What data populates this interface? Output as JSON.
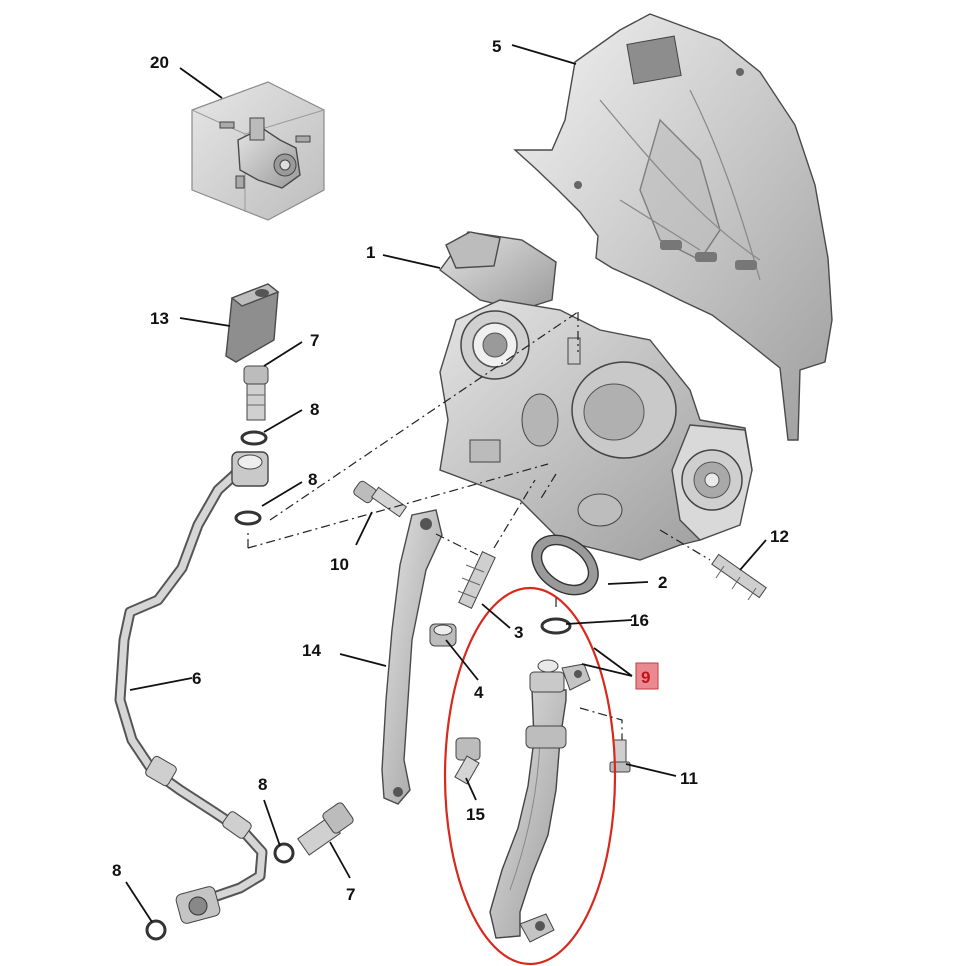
{
  "callouts": {
    "c1": "1",
    "c2": "2",
    "c3": "3",
    "c4": "4",
    "c5": "5",
    "c6": "6",
    "c7a": "7",
    "c7b": "7",
    "c8a": "8",
    "c8b": "8",
    "c8c": "8",
    "c8d": "8",
    "c9": "9",
    "c10": "10",
    "c11": "11",
    "c12": "12",
    "c13": "13",
    "c14": "14",
    "c15": "15",
    "c16": "16",
    "c20": "20"
  },
  "highlight": {
    "part": "9",
    "color": "#d9291c",
    "badge_color": "#e98a90"
  }
}
